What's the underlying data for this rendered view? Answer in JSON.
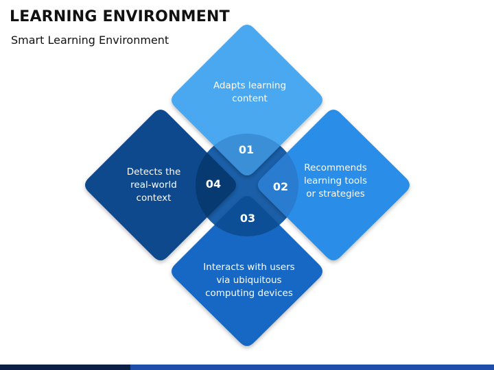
{
  "header": {
    "title": "LEARNING ENVIRONMENT",
    "subtitle": "Smart Learning Environment"
  },
  "items": [
    {
      "number": "01",
      "text": "Adapts learning\ncontent",
      "color": "#4aa8f0"
    },
    {
      "number": "02",
      "text": "Recommends\nlearning tools\nor strategies",
      "color": "#2b8ee8"
    },
    {
      "number": "03",
      "text": "Interacts with users\nvia ubiquitous\ncomputing devices",
      "color": "#1468c4"
    },
    {
      "number": "04",
      "text": "Detects the\nreal-world\ncontext",
      "color": "#0a4a8c"
    }
  ],
  "colors": {
    "circle_fill": "#1a5fa8",
    "badge_01": "#3a8fd6",
    "badge_02": "#2a7cd0",
    "badge_03": "#0c4f96",
    "badge_04": "#073a70",
    "footer_dark": "#0b1f44",
    "footer_blue": "#1e4fa8"
  }
}
